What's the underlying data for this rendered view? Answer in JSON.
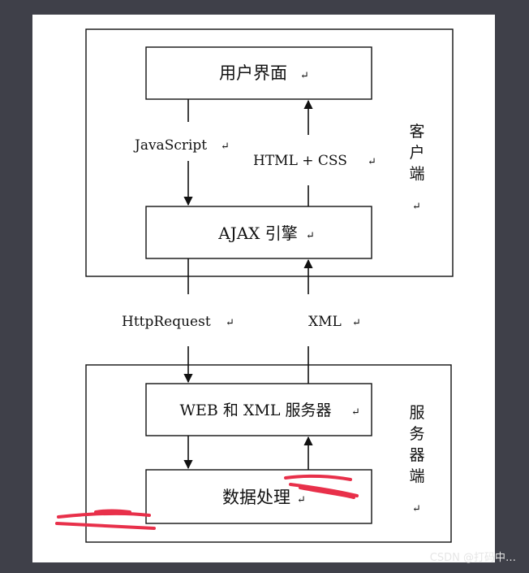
{
  "client": {
    "side_label": "客户端",
    "ui_box": "用户界面",
    "ajax_box": "AJAX 引擎",
    "down_label": "JavaScript",
    "up_label": "HTML + CSS"
  },
  "transport": {
    "request_label": "HttpRequest",
    "response_label": "XML"
  },
  "server": {
    "side_label": "服务器端",
    "web_box": "WEB 和 XML  服务器",
    "data_box": "数据处理"
  },
  "watermark": "CSDN @打码中…",
  "colors": {
    "background": "#3f4049",
    "paper": "#ffffff",
    "scribble": "#e8304a",
    "line": "#111111"
  }
}
